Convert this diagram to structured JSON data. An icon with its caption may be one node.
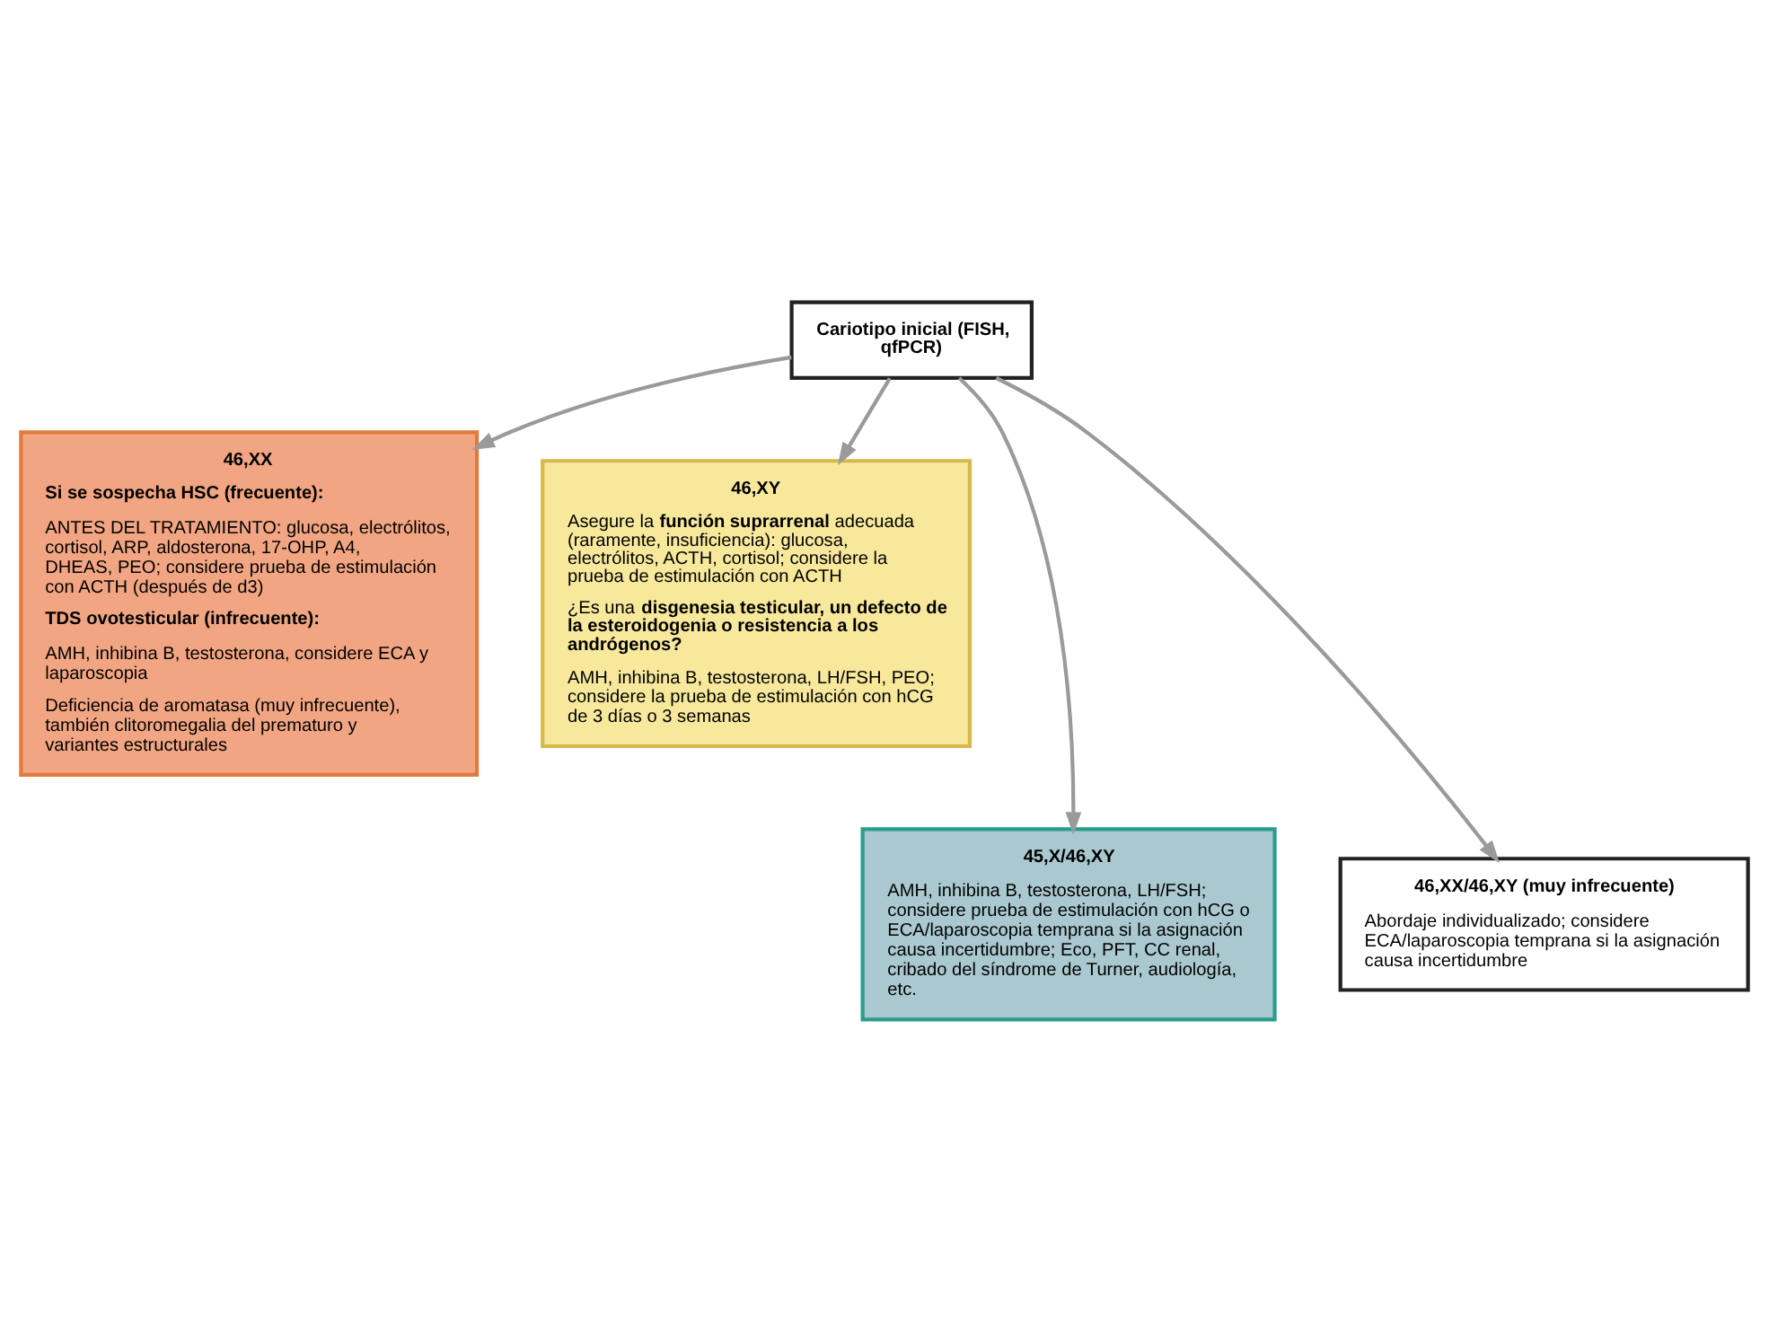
{
  "diagram": {
    "nodes": [
      {
        "text": [
          "Cariotipo inicial (FISH, qfPCR)"
        ]
      },
      {
        "text": [
          "46,XX",
          "Si se sospecha HSC (frecuente):",
          "ANTES DEL TRATAMIENTO: glucosa, electrólitos, cortisol, ARP, aldosterona, 17-OHP, A4, DHEAS, PEO; considere prueba de estimulación con ACTH (después de d3)",
          "TDS ovotesticular (infrecuente):",
          "AMH, inhibina B, testosterona, considere ECA y laparoscopia",
          "Deficiencia de aromatasa (muy infrecuente), también clitoromegalia del prematuro y variantes estructurales"
        ]
      },
      {
        "text": [
          "46,XY",
          "Asegure la **función suprarrenal** adecuada (raramente, insuficiencia): glucosa, electrólitos, ACTH, cortisol; considere la prueba de estimulación con ACTH",
          "¿Es una **disgenesia testicular, un defecto de la esteroidogenia o resistencia a los andrógenos?**",
          "AMH, inhibina B, testosterona, LH/FSH, PEO; considere la prueba de estimulación con hCG de 3 días o 3 semanas"
        ]
      },
      {
        "text": [
          "45,X/46,XY",
          "AMH, inhibina B, testosterona, LH/FSH; considere prueba de estimulación con hCG o ECA/laparoscopia temprana si la asignación causa incertidumbre; Eco, PFT, CC renal, cribado del síndrome de Turner, audiología, etc."
        ]
      },
      {
        "text": [
          "46,XX/46,XY (muy infrecuente)",
          "Abordaje individualizado; considere ECA/laparoscopia temprana si la asignación causa incertidumbre"
        ]
      }
    ],
    "edges": [
      {
        "from": 0,
        "to": 1,
        "arrow": "to"
      },
      {
        "from": 0,
        "to": 3,
        "arrow": "to"
      },
      {
        "from": 0,
        "to": 4,
        "arrow": "to"
      },
      {
        "from": 0,
        "to": 2,
        "arrow": "to"
      }
    ]
  }
}
